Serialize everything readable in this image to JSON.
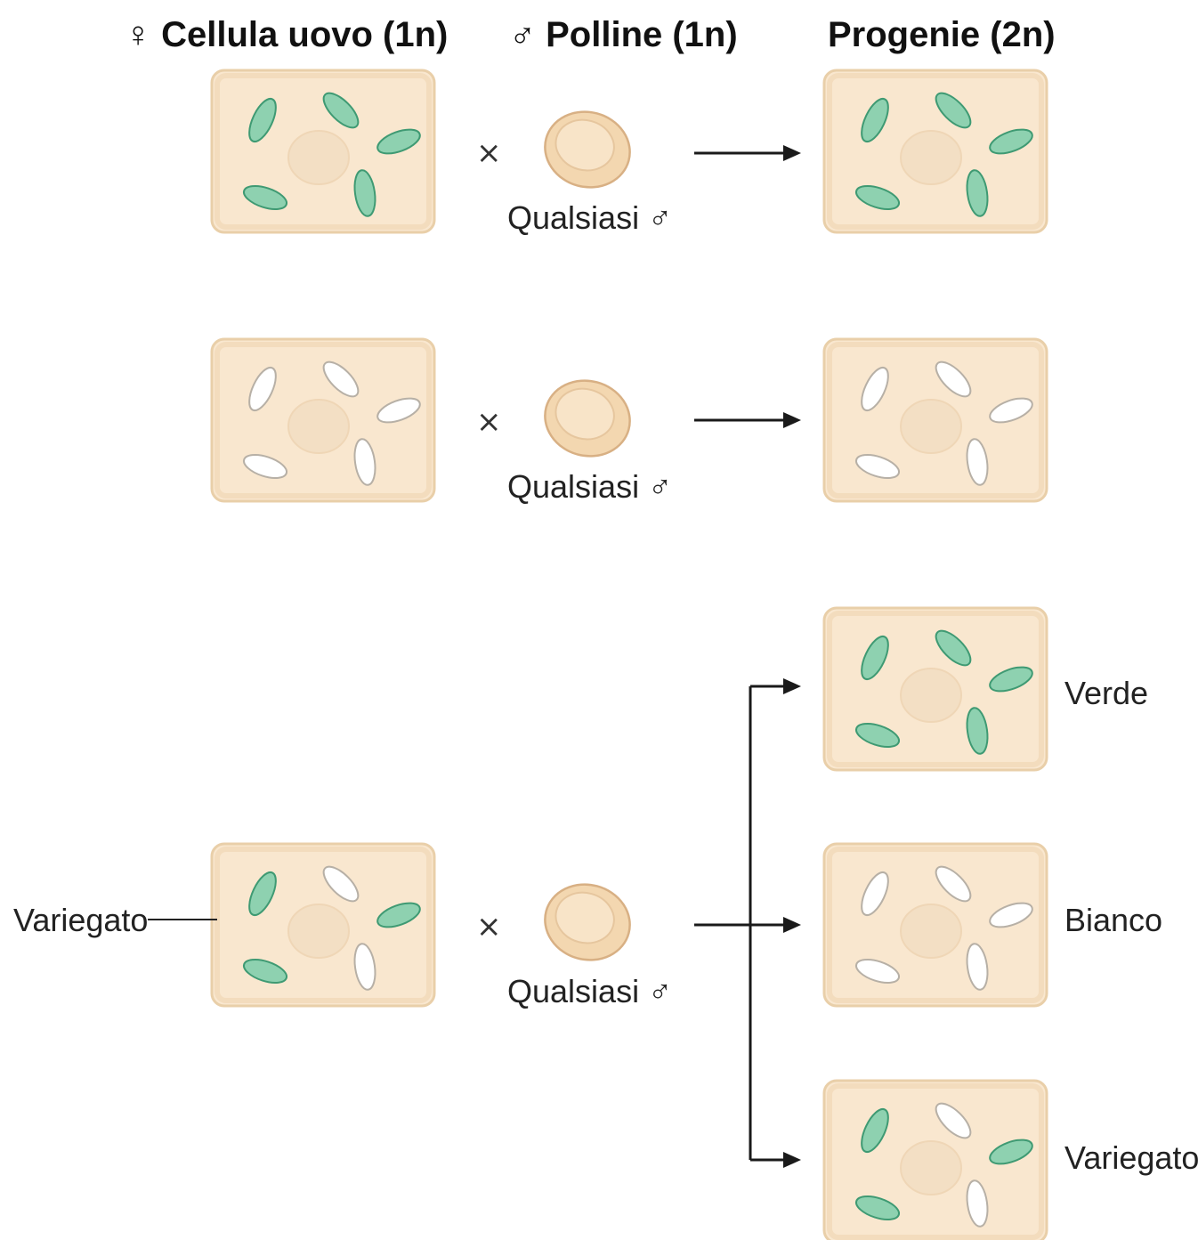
{
  "headers": {
    "female": "♀ Cellula uovo (1n)",
    "male": "♂ Polline (1n)",
    "progeny": "Progenie (2n)"
  },
  "pollen_label": "Qualsiasi ♂",
  "cross_symbol": "×",
  "rows": [
    {
      "id": "green",
      "female_plastids": [
        "green",
        "green",
        "green",
        "green",
        "green"
      ],
      "progeny_plastids": [
        "green",
        "green",
        "green",
        "green",
        "green"
      ]
    },
    {
      "id": "white",
      "female_plastids": [
        "white",
        "white",
        "white",
        "white",
        "white"
      ],
      "progeny_plastids": [
        "white",
        "white",
        "white",
        "white",
        "white"
      ]
    },
    {
      "id": "variegated",
      "female_label": "Variegato",
      "female_plastids": [
        "green",
        "white",
        "green",
        "white",
        "green"
      ]
    }
  ],
  "variegated_progeny": [
    {
      "label": "Verde",
      "plastids": [
        "green",
        "green",
        "green",
        "green",
        "green"
      ]
    },
    {
      "label": "Bianco",
      "plastids": [
        "white",
        "white",
        "white",
        "white",
        "white"
      ]
    },
    {
      "label": "Variegato",
      "plastids": [
        "green",
        "white",
        "green",
        "white",
        "green"
      ]
    }
  ],
  "colors": {
    "cell_fill": "#f9e7cf",
    "plastid_green": "#8ed1b0",
    "plastid_white": "#ffffff",
    "pollen": "#f3d7b0"
  }
}
